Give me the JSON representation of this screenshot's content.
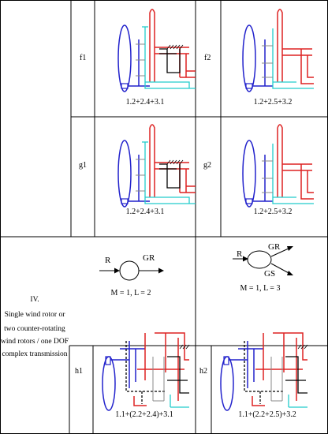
{
  "cells": {
    "f1": {
      "label": "f1",
      "formula": "1.2+2.4+3.1"
    },
    "f2": {
      "label": "f2",
      "formula": "1.2+2.5+3.2"
    },
    "g1": {
      "label": "g1",
      "formula": "1.2+2.4+3.1"
    },
    "g2": {
      "label": "g2",
      "formula": "1.2+2.5+3.2"
    },
    "h1": {
      "label": "h1",
      "formula": "1.1+(2.2+2.4)+3.1"
    },
    "h2": {
      "label": "h2",
      "formula": "1.1+(2.2+2.5)+3.2"
    }
  },
  "section": {
    "numeral": "IV.",
    "lines": [
      "Single  wind rotor or",
      "two counter-rotating",
      "wind rotors / one DOF",
      "complex transmission"
    ]
  },
  "block1": {
    "input": "R",
    "output": "GR",
    "formula": "M = 1, L = 2"
  },
  "block2": {
    "input": "R",
    "output1": "GR",
    "output2": "GS",
    "formula": "M = 1, L = 3"
  },
  "colors": {
    "blue": "#2222cc",
    "red": "#dd2222",
    "cyan": "#22cccc",
    "black": "#000000",
    "grey": "#888888"
  }
}
